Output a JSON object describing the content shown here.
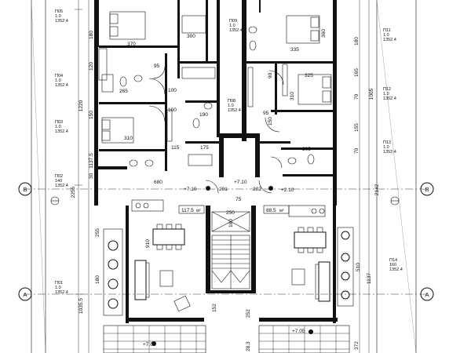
{
  "axes": {
    "B": "B",
    "A": "A"
  },
  "left_dims": [
    "1220",
    "1137.5",
    "2255",
    "1035.5"
  ],
  "right_dims": [
    "1005",
    "2142",
    "1137"
  ],
  "left_panels": [
    {
      "id": "П05",
      "a": "1.0",
      "b": "1352.4"
    },
    {
      "id": "П04",
      "a": "1.0",
      "b": "1352.4"
    },
    {
      "id": "П03",
      "a": "1.0",
      "b": "1352.4"
    },
    {
      "id": "П02",
      "a": "140",
      "b": "1352.4"
    },
    {
      "id": "П01",
      "a": "1.0",
      "b": "1352.4"
    }
  ],
  "right_panels": [
    {
      "id": "П11",
      "a": "1.0",
      "b": "1352.4"
    },
    {
      "id": "П12",
      "a": "1.0",
      "b": "1352.4"
    },
    {
      "id": "П13",
      "a": "1.0",
      "b": "1352.4"
    },
    {
      "id": "П14",
      "a": "160",
      "b": "1352.4"
    }
  ],
  "top_labels": [
    {
      "id": "П09",
      "a": "1.0",
      "b": "1352.4"
    },
    {
      "id": "П08",
      "a": "1.0",
      "b": "1352.4"
    }
  ],
  "room_dims": [
    "370",
    "300",
    "335",
    "360",
    "95",
    "265",
    "100",
    "100",
    "190",
    "325",
    "310",
    "310",
    "95",
    "115",
    "175",
    "305",
    "680",
    "910",
    "250",
    "75",
    "180",
    "152",
    "252",
    "28.3",
    "372",
    "510",
    "255",
    "180",
    "180",
    "165",
    "70",
    "155",
    "70",
    "180",
    "150",
    "120",
    "90",
    "150",
    "30"
  ],
  "marks": [
    "+7.10",
    "+2.10",
    "+7.05",
    "+7.05",
    "201",
    "202",
    "+7.10"
  ],
  "areas": [
    "117.5",
    "88.5"
  ],
  "area_unit": "м²"
}
